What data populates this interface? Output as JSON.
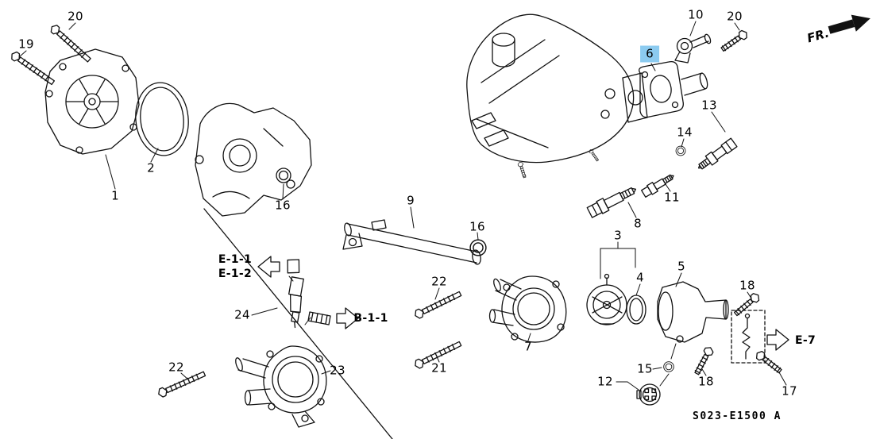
{
  "diagram_code": "S023-E1500 A",
  "direction_label": "FR.",
  "part_numbers": {
    "p1": "1",
    "p2": "2",
    "p3": "3",
    "p4": "4",
    "p5": "5",
    "p6": "6",
    "p7": "7",
    "p8": "8",
    "p9": "9",
    "p10": "10",
    "p11": "11",
    "p12": "12",
    "p13": "13",
    "p14": "14",
    "p15": "15",
    "p16": "16",
    "p17": "17",
    "p18": "18",
    "p19": "19",
    "p20": "20",
    "p21": "21",
    "p22": "22",
    "p23": "23",
    "p24": "24"
  },
  "references": {
    "e11": "E-1-1",
    "e12": "E-1-2",
    "b11": "B-1-1",
    "e7": "E-7"
  },
  "highlight": {
    "part": "6",
    "color": "#8ccbf0"
  },
  "colors": {
    "line": "#111111",
    "background": "#ffffff",
    "label_text": "#000000"
  }
}
